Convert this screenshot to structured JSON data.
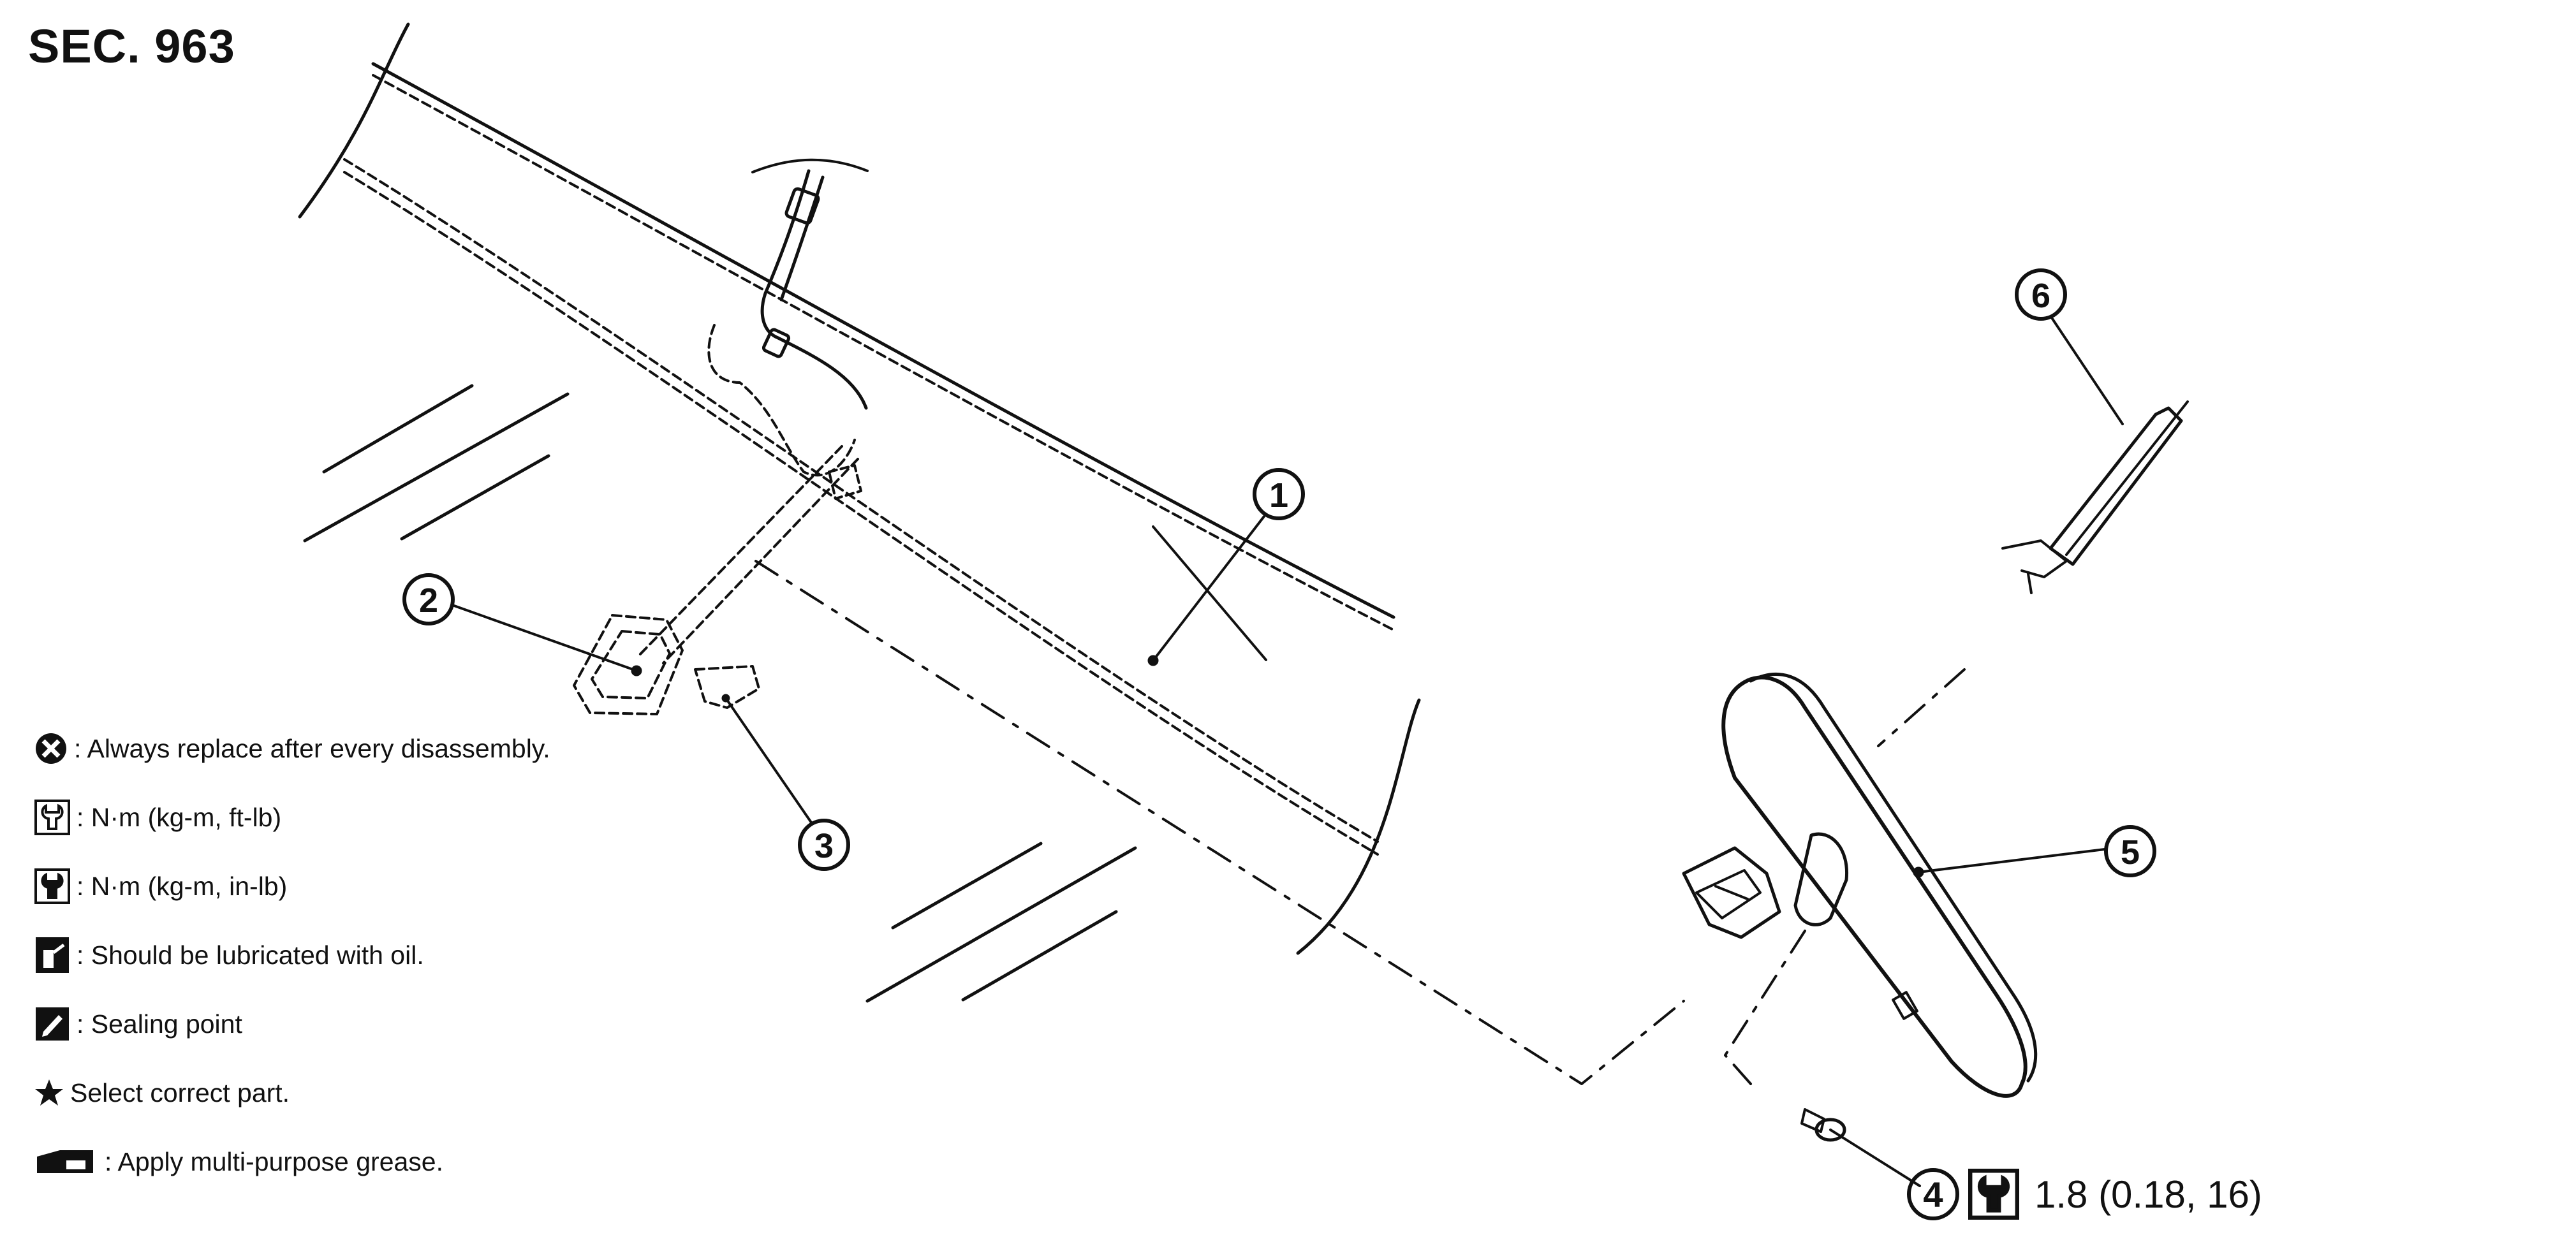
{
  "section_code": "SEC. 963",
  "callouts": {
    "c1": "1",
    "c2": "2",
    "c3": "3",
    "c5": "5",
    "c6": "6"
  },
  "torque": {
    "part_number": "4",
    "value": "1.8 (0.18, 16)",
    "icon": "torque-wrench-in-lb-icon"
  },
  "legend": [
    {
      "icon": "always-replace-icon",
      "text": ": Always replace after every disassembly."
    },
    {
      "icon": "torque-ft-lb-icon",
      "text": ": N·m (kg-m, ft-lb)"
    },
    {
      "icon": "torque-in-lb-icon",
      "text": ": N·m (kg-m, in-lb)"
    },
    {
      "icon": "oil-can-icon",
      "text": ": Should be lubricated with oil."
    },
    {
      "icon": "sealing-point-icon",
      "text": ": Sealing point"
    },
    {
      "icon": "star-icon",
      "text": "Select correct part."
    },
    {
      "icon": "grease-icon",
      "text": ": Apply multi-purpose grease."
    }
  ]
}
